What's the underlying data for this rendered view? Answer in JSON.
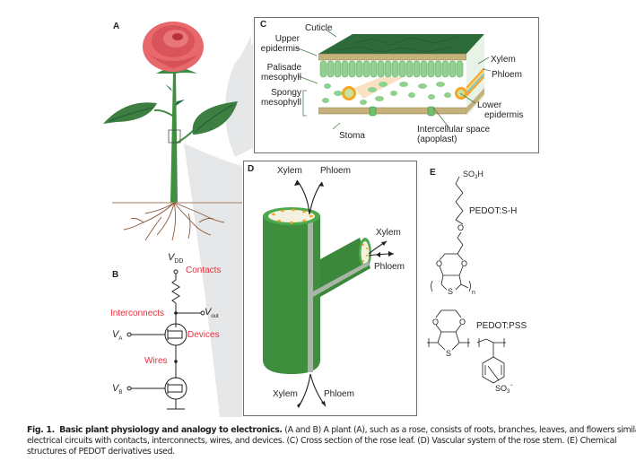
{
  "figure": {
    "panels": {
      "A": {
        "letter": "A"
      },
      "B": {
        "letter": "B",
        "vdd": "V",
        "vdd_sub": "DD",
        "vout": "V",
        "vout_sub": "out",
        "va": "V",
        "va_sub": "A",
        "vb": "V",
        "vb_sub": "B",
        "labels": {
          "contacts": "Contacts",
          "interconnects": "Interconnects",
          "devices": "Devices",
          "wires": "Wires"
        }
      },
      "C": {
        "letter": "C",
        "labels": {
          "cuticle": "Cuticle",
          "upper_epidermis_1": "Upper",
          "upper_epidermis_2": "epidermis",
          "palisade_1": "Palisade",
          "palisade_2": "mesophyll",
          "spongy_1": "Spongy",
          "spongy_2": "mesophyll",
          "xylem": "Xylem",
          "phloem": "Phloem",
          "lower_epidermis_1": "Lower",
          "lower_epidermis_2": "epidermis",
          "stoma": "Stoma",
          "intercellular_1": "Intercellular space",
          "intercellular_2": "(apoplast)"
        }
      },
      "D": {
        "letter": "D",
        "labels": {
          "top_xylem": "Xylem",
          "top_phloem": "Phloem",
          "branch_xylem": "Xylem",
          "branch_phloem": "Phloem",
          "bottom_xylem": "Xylem",
          "bottom_phloem": "Phloem"
        }
      },
      "E": {
        "letter": "E",
        "pedot_sh_label": "PEDOT:S-H",
        "pedot_pss_label": "PEDOT:PSS",
        "so3h": "SO",
        "so3h_sub": "3",
        "so3h_end": "H",
        "atom_O": "O",
        "atom_S": "S",
        "repeat_n": "n",
        "so3_minus": "SO",
        "so3_minus_sub": "3",
        "so3_minus_sup": "−"
      }
    },
    "caption": {
      "label": "Fig. 1.",
      "title": "Basic plant physiology and analogy to electronics.",
      "line1_rest": " (A and B) A plant (A), such as a rose, consists of roots, branches, leaves, and flowers similar to (B)",
      "line2": "electrical circuits with contacts, interconnects, wires, and devices. (C) Cross section of the rose leaf. (D) Vascular system of the rose stem. (E) Chemical",
      "line3": "structures of PEDOT derivatives used."
    },
    "colors": {
      "label_red": "#e8313f",
      "leaf_green": "#2f7d32",
      "stem_green": "#3f8f3f",
      "rose_pink": "#e8696b",
      "root_brown": "#8a5a3b",
      "cone_gray": "#e6e7e8"
    }
  }
}
